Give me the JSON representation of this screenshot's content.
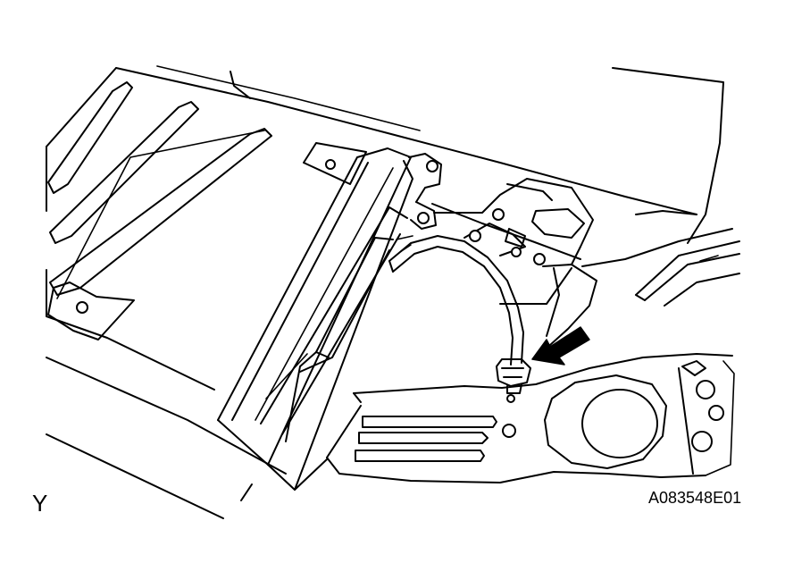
{
  "figure": {
    "view_label": "Y",
    "figure_code": "A083548E01",
    "arrow_color": "#000000",
    "line_color": "#000000",
    "background_color": "#ffffff"
  },
  "parts": [
    "floor-panel",
    "floor-crossmember",
    "sensor-wire-harness",
    "sensor-connector",
    "rear-suspension-member",
    "wheel-arch",
    "indicator-arrow"
  ]
}
